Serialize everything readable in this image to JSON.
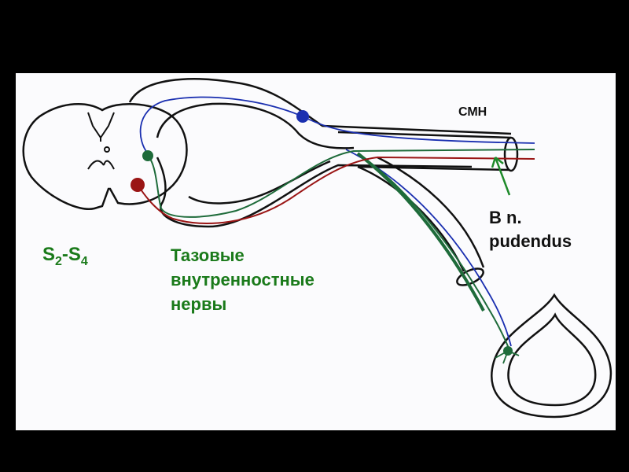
{
  "labels": {
    "cmh": "СМН",
    "pudendus_line1": "В n.",
    "pudendus_line2": "pudendus",
    "segment_start": "S",
    "segment_start_sub": "2",
    "segment_dash": "-S",
    "segment_end_sub": "4",
    "pelvic_line1": "Тазовые",
    "pelvic_line2": "внутренностные",
    "pelvic_line3": "нервы"
  },
  "colors": {
    "background": "#000000",
    "paper": "#fbfbfd",
    "outline": "#111111",
    "nerve_blue": "#1a2fb0",
    "nerve_green": "#1e6b3a",
    "nerve_red": "#9a1515",
    "label_green": "#1a7a1a",
    "arrow_green": "#1e8a2a"
  }
}
